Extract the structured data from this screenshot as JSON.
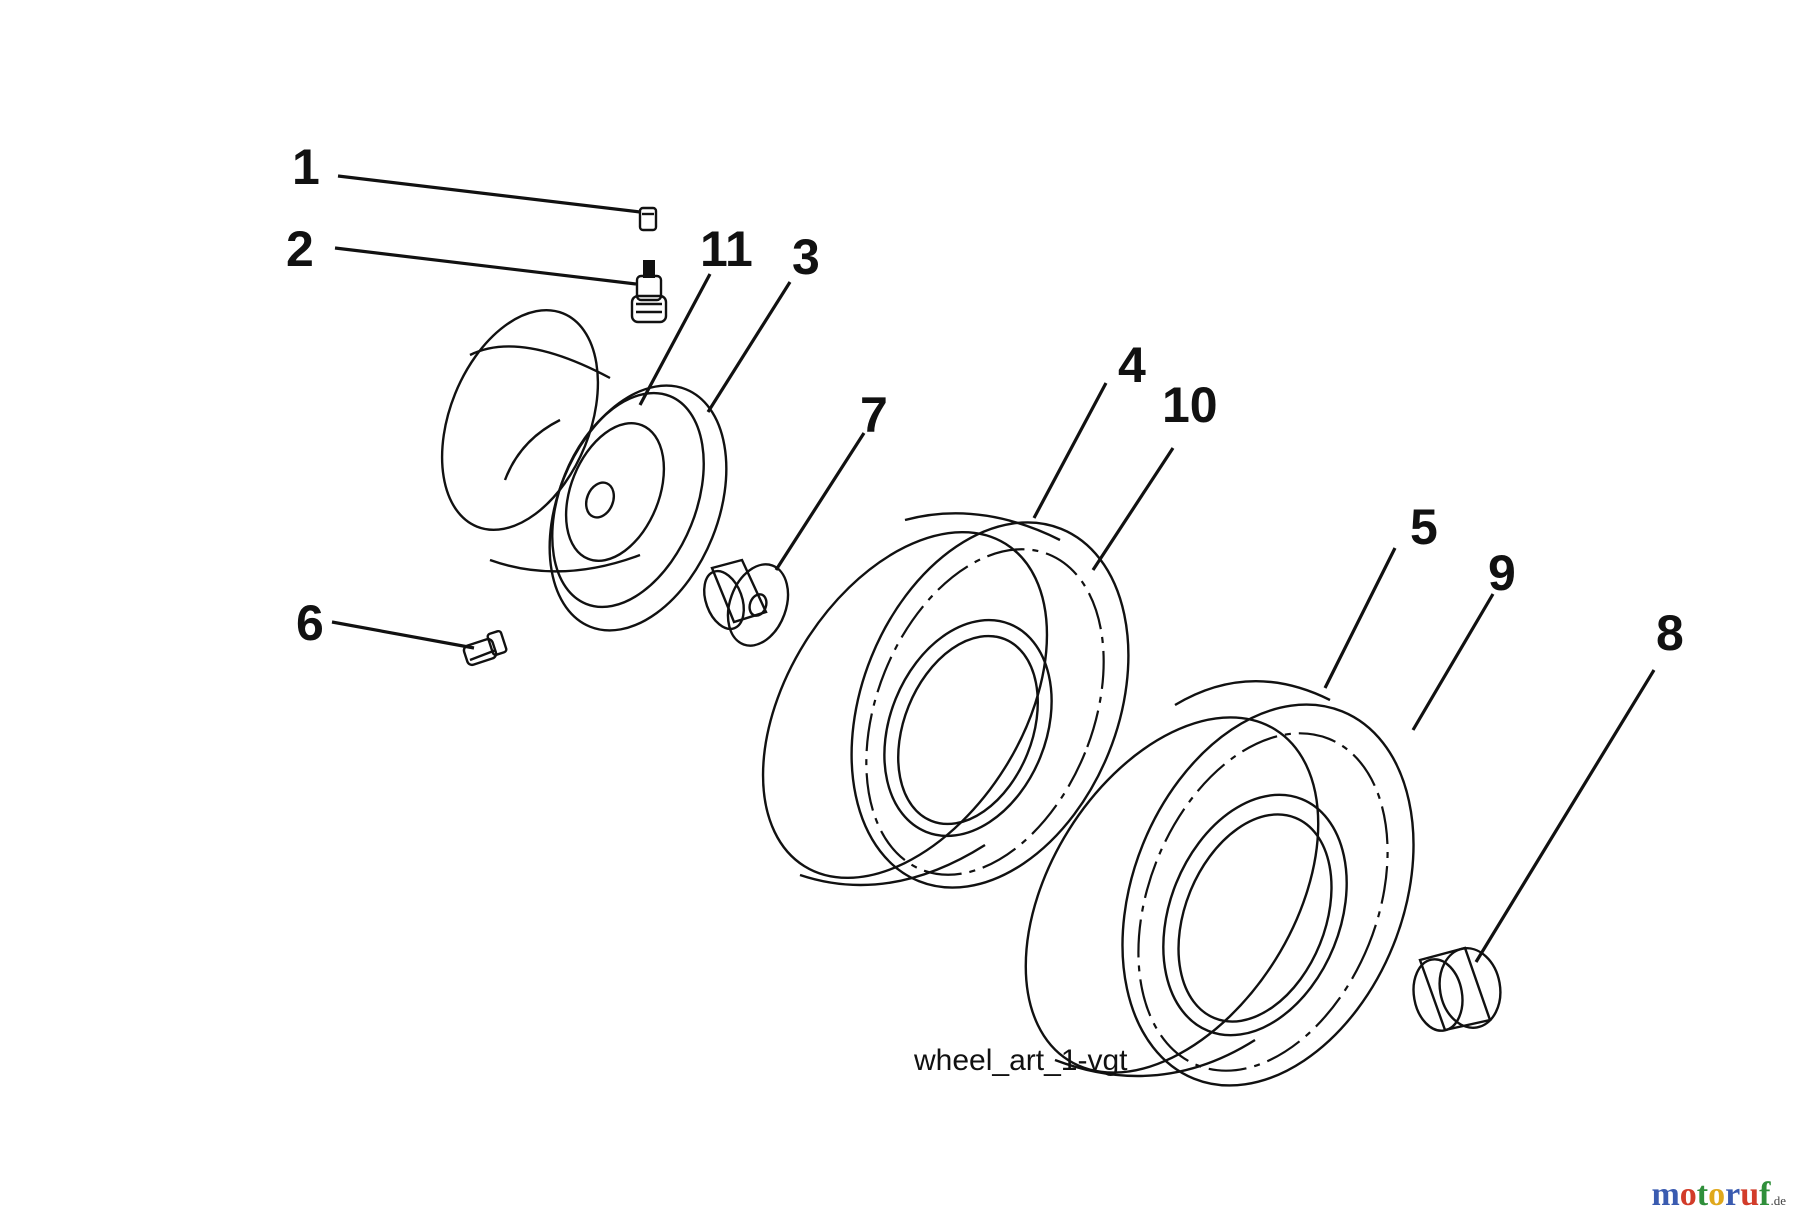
{
  "diagram": {
    "callouts": {
      "c1": "1",
      "c2": "2",
      "c3": "3",
      "c4": "4",
      "c5": "5",
      "c6": "6",
      "c7": "7",
      "c8": "8",
      "c9": "9",
      "c10": "10",
      "c11": "11"
    },
    "caption": "wheel_art_1-vgt"
  },
  "watermark": {
    "letters": [
      "m",
      "o",
      "t",
      "o",
      "r",
      "u",
      "f"
    ],
    "colors": [
      "#3a5bb0",
      "#d23c2a",
      "#2f8f3a",
      "#e0a81c",
      "#3a5bb0",
      "#d23c2a",
      "#2f8f3a"
    ],
    "tld": ".de"
  }
}
